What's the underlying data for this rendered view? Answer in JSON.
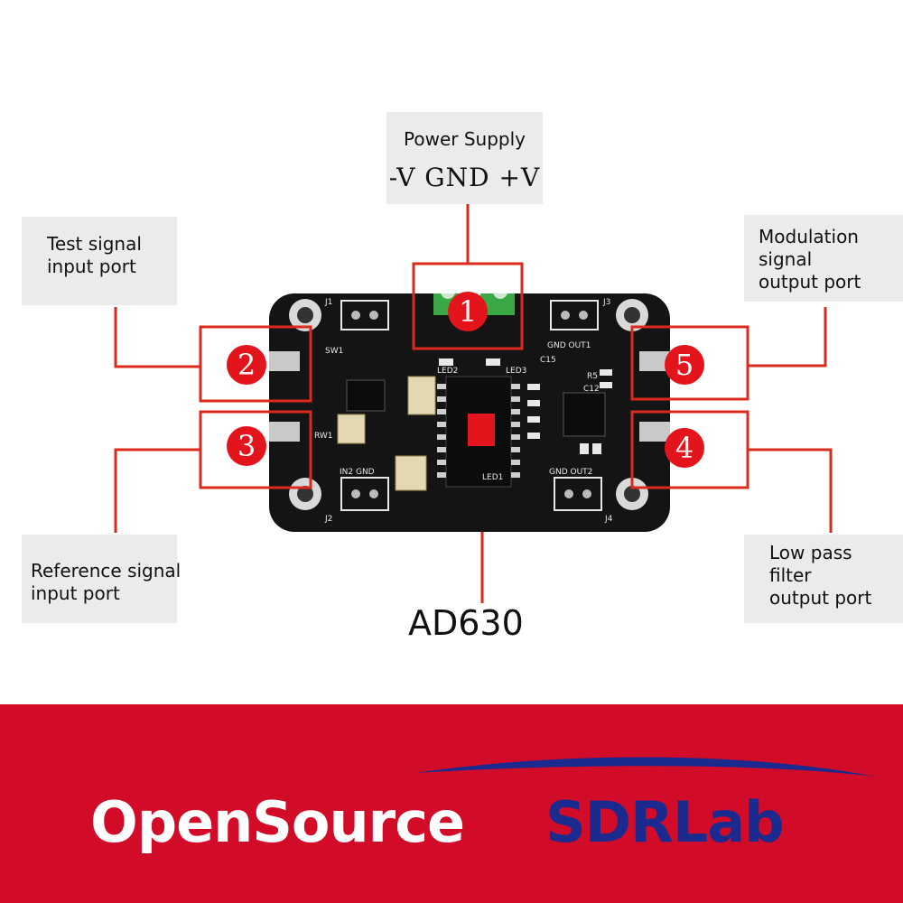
{
  "power_supply": {
    "title": "Power Supply",
    "pins": "-V  GND  +V"
  },
  "ports": {
    "test_signal": {
      "line1": "Test signal",
      "line2": "input port"
    },
    "reference_signal": {
      "line1": "Reference signal",
      "line2": "input port"
    },
    "modulation_signal": {
      "line1": "Modulation",
      "line2": "signal",
      "line3": "output port"
    },
    "low_pass": {
      "line1": "Low pass",
      "line2": "filter",
      "line3": "output port"
    }
  },
  "markers": [
    "1",
    "2",
    "3",
    "4",
    "5"
  ],
  "chip": "AD630",
  "board_labels": {
    "j1": "J1",
    "j2": "J2",
    "j3": "J3",
    "j4": "J4",
    "gnd_out1": "GND OUT1",
    "gnd_out2": "GND OUT2",
    "in2_gnd": "IN2 GND",
    "sw1": "SW1",
    "rw1": "RW1",
    "led1": "LED1",
    "led2": "LED2",
    "led3": "LED3",
    "r5": "R5",
    "c12": "C12",
    "c15": "C15"
  },
  "brand": {
    "part1": "OpenSource",
    "part2": "SDRLab"
  },
  "colors": {
    "callout_red": "#d92a1c",
    "marker_red": "#e3141b",
    "band_red": "#d10b28",
    "brand_blue": "#1b2a8e",
    "board_black": "#141414",
    "terminal_green": "#3aa845"
  }
}
